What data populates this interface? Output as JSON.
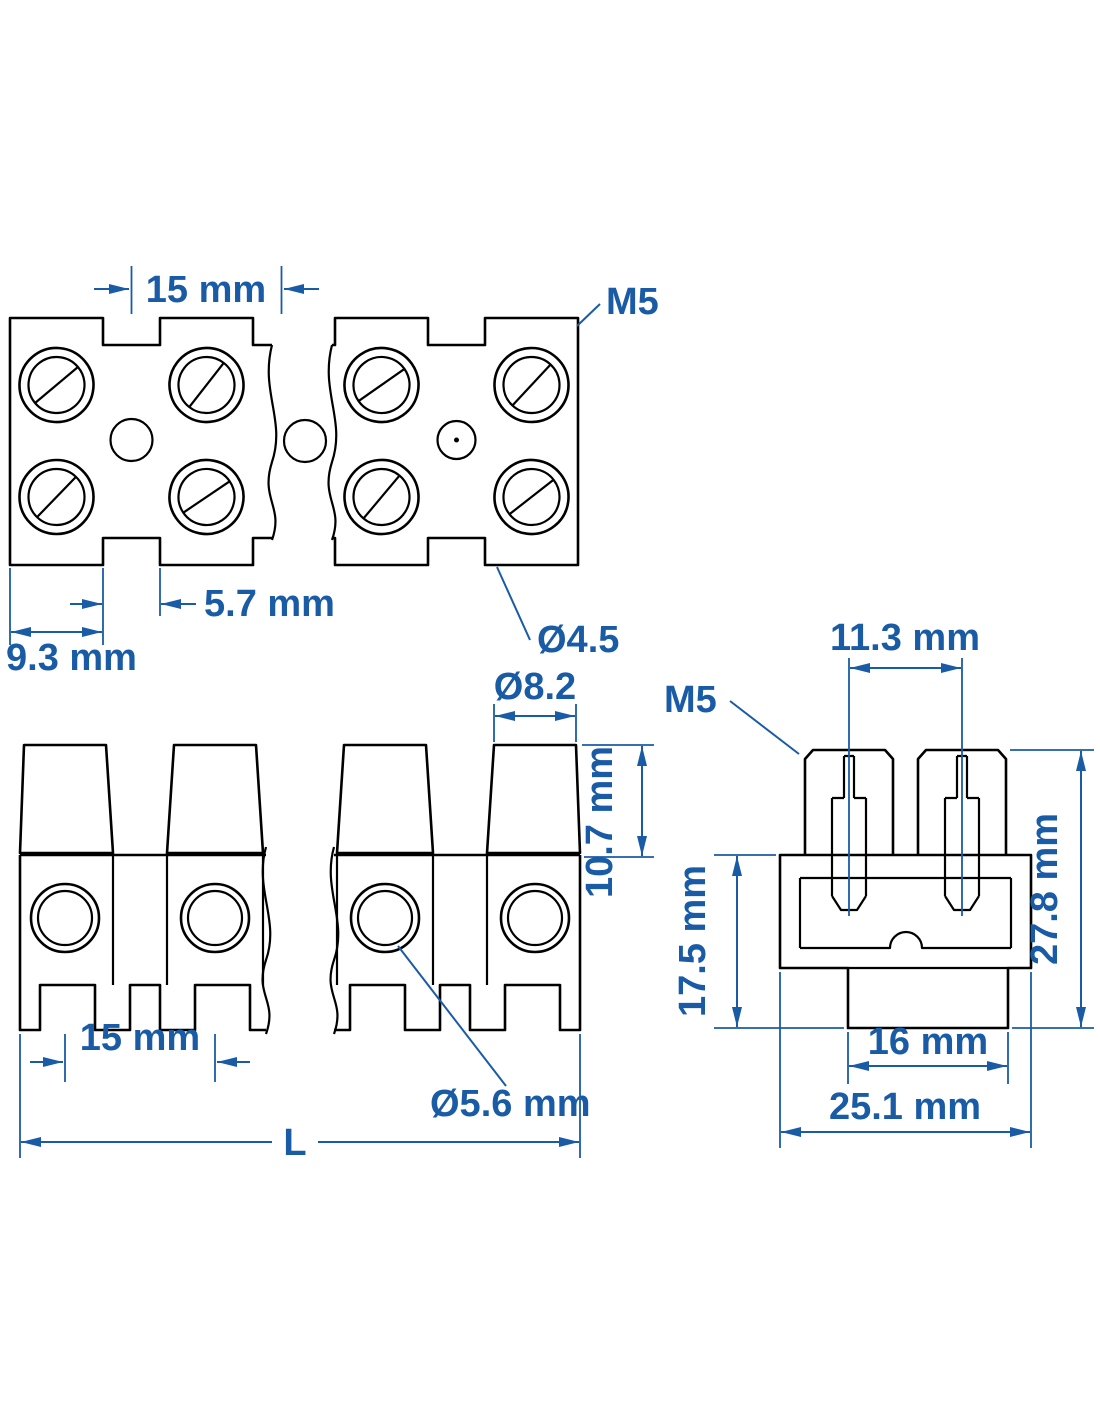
{
  "drawing": {
    "background": "#ffffff",
    "colors": {
      "outline": "#000000",
      "dimension": "#1a5ba6"
    },
    "views": {
      "top": {
        "dims": {
          "pitch": "15 mm",
          "thread": "M5",
          "neck": "5.7 mm",
          "section": "9.3 mm",
          "mount_hole": "Ø4.5"
        }
      },
      "front": {
        "dims": {
          "top_width": "Ø8.2",
          "tower_height": "10.7 mm",
          "pitch": "15 mm",
          "wire_hole": "Ø5.6 mm",
          "length": "L"
        }
      },
      "side": {
        "dims": {
          "thread": "M5",
          "screw_pitch": "11.3 mm",
          "body_height": "17.5 mm",
          "overall_height": "27.8 mm",
          "foot_width": "16 mm",
          "overall_width": "25.1 mm"
        }
      }
    }
  }
}
